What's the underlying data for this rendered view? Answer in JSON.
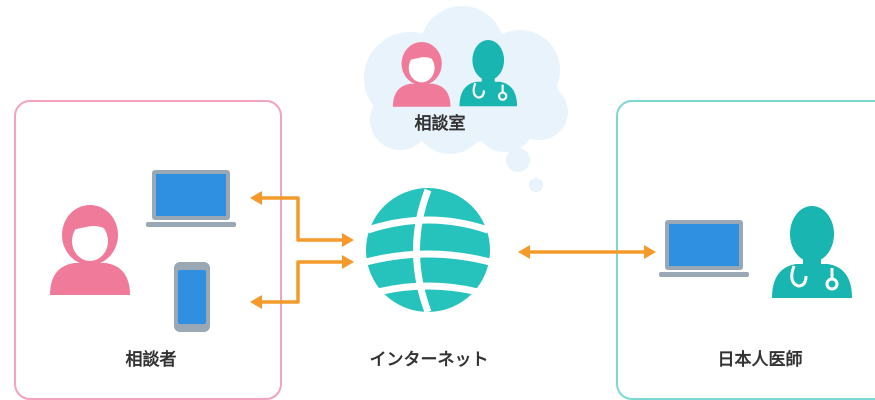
{
  "labels": {
    "consultant": "相談者",
    "internet": "インターネット",
    "doctor": "日本人医師",
    "consultation_room": "相談室"
  },
  "icons": {
    "consultant": "woman-user-icon",
    "doctor": "doctor-stethoscope-icon",
    "laptop": "laptop-icon",
    "smartphone": "smartphone-icon",
    "internet": "globe-icon",
    "room": "thought-cloud-icon",
    "arrows": "bidirectional-arrow-icon"
  },
  "colors": {
    "pink": "#f07a9a",
    "pink_border": "#f4a3bd",
    "teal": "#19b5b0",
    "teal_border": "#7dd8d4",
    "globe": "#26c3bd",
    "orange": "#f39a2b",
    "device_blue": "#2f8fe0",
    "device_frame": "#9aa7b4",
    "cloud_fill": "#e8f3fb"
  }
}
